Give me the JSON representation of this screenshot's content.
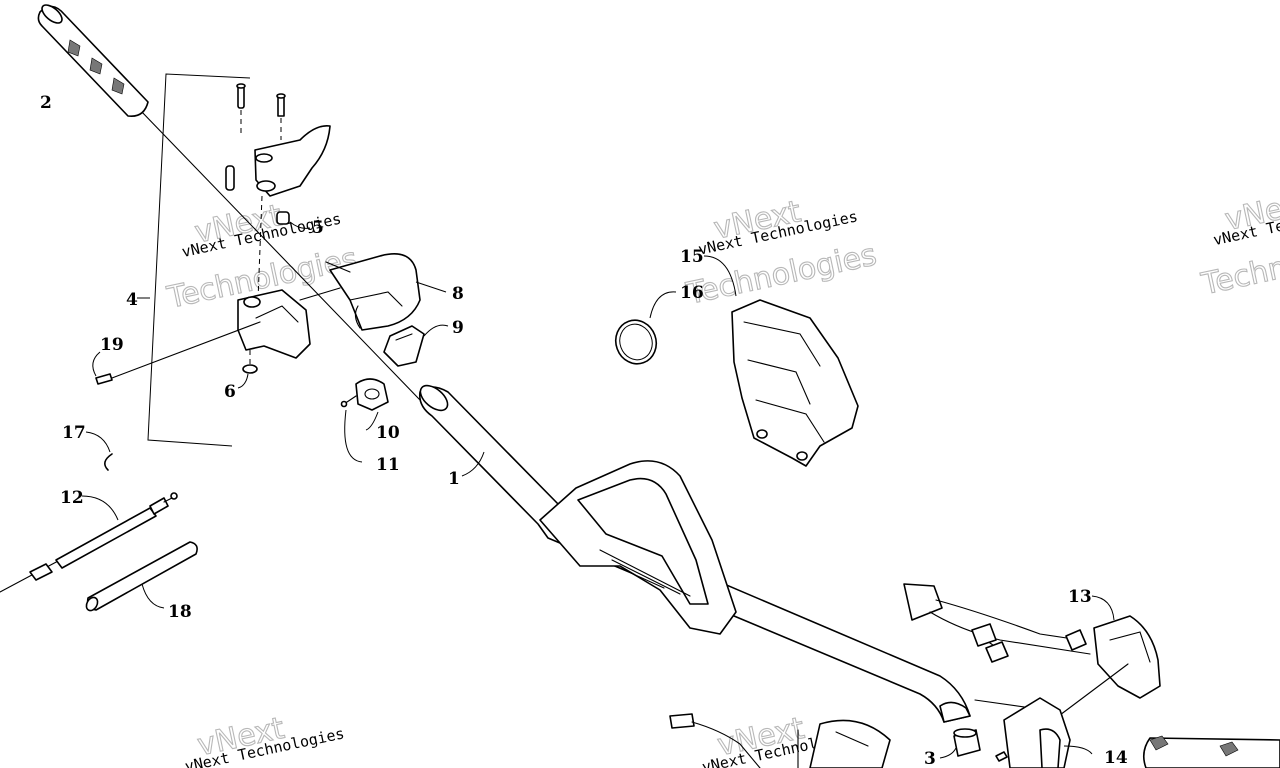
{
  "diagram": {
    "callouts": [
      "1",
      "2",
      "3",
      "4",
      "5",
      "6",
      "8",
      "9",
      "10",
      "11",
      "12",
      "13",
      "14",
      "15",
      "16",
      "17",
      "18",
      "19"
    ],
    "watermark": {
      "line1": "vNext Technologies",
      "line2": "vNext",
      "line3": "Technologies"
    }
  }
}
